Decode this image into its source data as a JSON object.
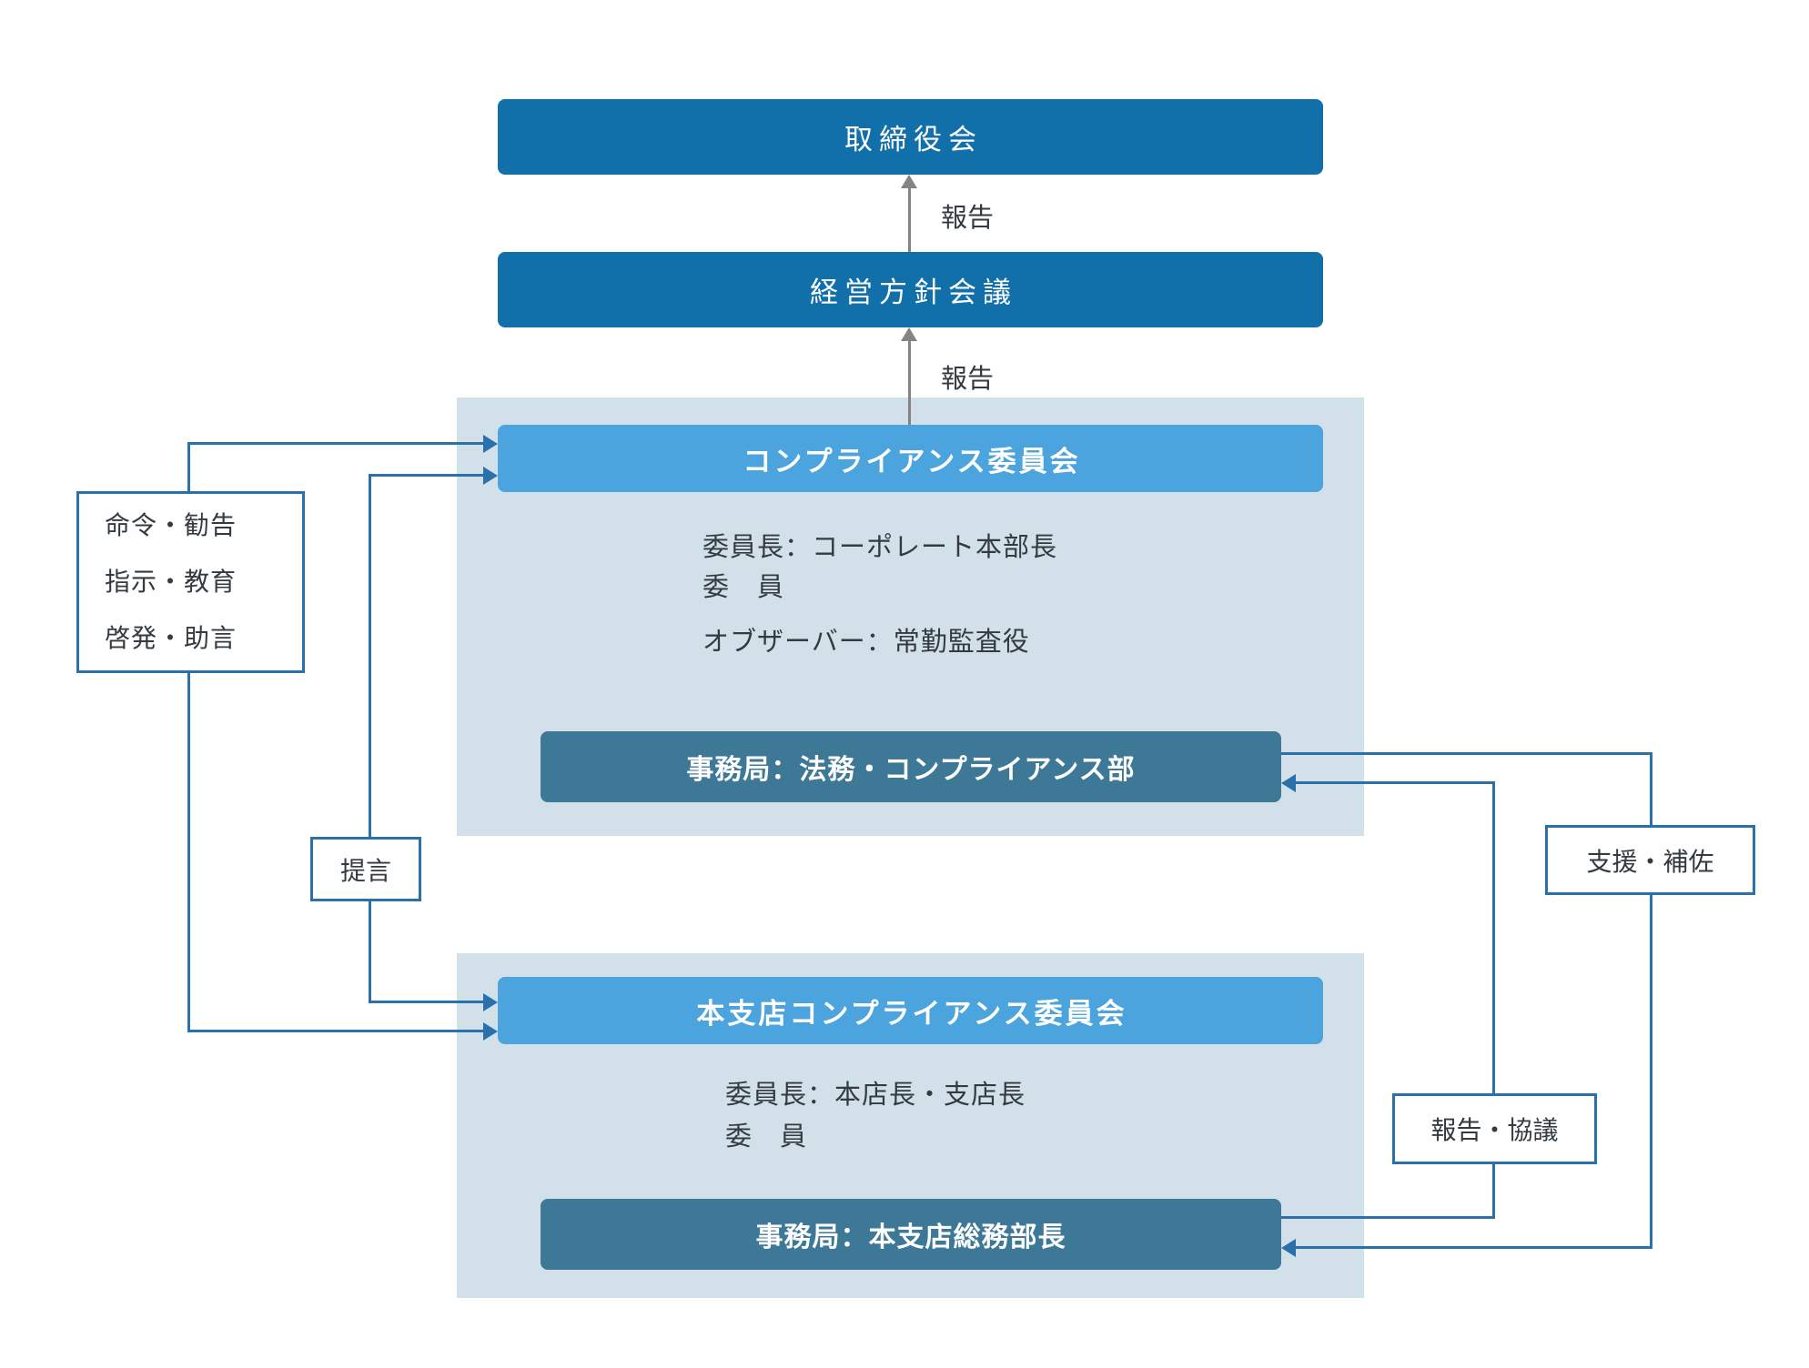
{
  "colors": {
    "dark_blue": "#1170a9",
    "light_blue": "#4ba4dd",
    "steel_blue": "#3e7897",
    "panel_blue": "#d2e0e9",
    "line_blue": "#2a71ab",
    "arrow_gray": "#848484",
    "text_dark": "#333a40"
  },
  "nodes": {
    "board": "取締役会",
    "policy_meeting": "経営方針会議",
    "compliance_committee": "コンプライアンス委員会",
    "committee_chair": "委員長：コーポレート本部長",
    "committee_members": "委　員",
    "committee_observer": "オブザーバー：常勤監査役",
    "secretariat_upper": "事務局：法務・コンプライアンス部",
    "branch_committee": "本支店コンプライアンス委員会",
    "branch_chair": "委員長：本店長・支店長",
    "branch_members": "委　員",
    "secretariat_lower": "事務局：本支店総務部長"
  },
  "edge_labels": {
    "report_to_board": "報告",
    "report_to_meeting": "報告",
    "commands": [
      "命令・勧告",
      "指示・教育",
      "啓発・助言"
    ],
    "proposal": "提言",
    "support": "支援・補佐",
    "report_consult": "報告・協議"
  }
}
